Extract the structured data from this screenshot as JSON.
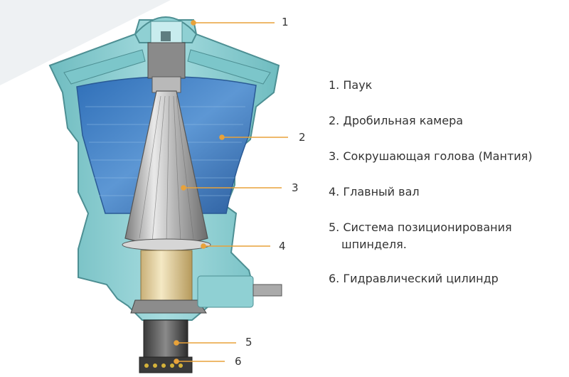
{
  "diagram": {
    "callouts": [
      "1",
      "2",
      "3",
      "4",
      "5",
      "6"
    ],
    "legend": [
      "1. Паук",
      "2. Дробильная камера",
      "3. Сокрушающая голова (Мантия)",
      "4. Главный вал",
      "5. Система позиционирования",
      "шпинделя.",
      "6. Гидравлический цилиндр"
    ]
  },
  "colors": {
    "frame": "#8fd0d3",
    "frame_dark": "#4d8f93",
    "chamber": "#3f7fc4",
    "chamber_light": "#9cc6ea",
    "mantle": "#9a9a9a",
    "mantle_light": "#e6e6e6",
    "leader": "#e8a23a",
    "text": "#333333"
  }
}
